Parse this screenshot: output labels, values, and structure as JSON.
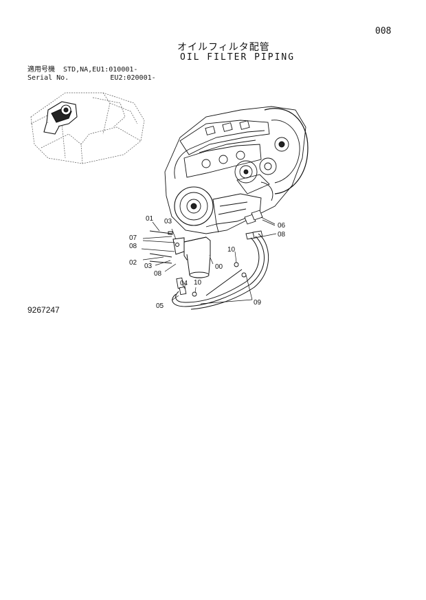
{
  "header": {
    "page_number": "008",
    "title_jp": "オイルフィルタ配管",
    "title_en": "OIL FILTER PIPING"
  },
  "applicability": {
    "line1": "適用号機  STD,NA,EU1:010001-",
    "line2": "Serial No.          EU2:020001-"
  },
  "drawing_number": "9267247",
  "callouts": {
    "c00": "00",
    "c01": "01",
    "c02": "02",
    "c03": "03",
    "c03b": "03",
    "c04": "04",
    "c05": "05",
    "c06": "06",
    "c07": "07",
    "c08a": "08",
    "c08b": "08",
    "c08c": "08",
    "c09": "09",
    "c10a": "10",
    "c10b": "10"
  }
}
